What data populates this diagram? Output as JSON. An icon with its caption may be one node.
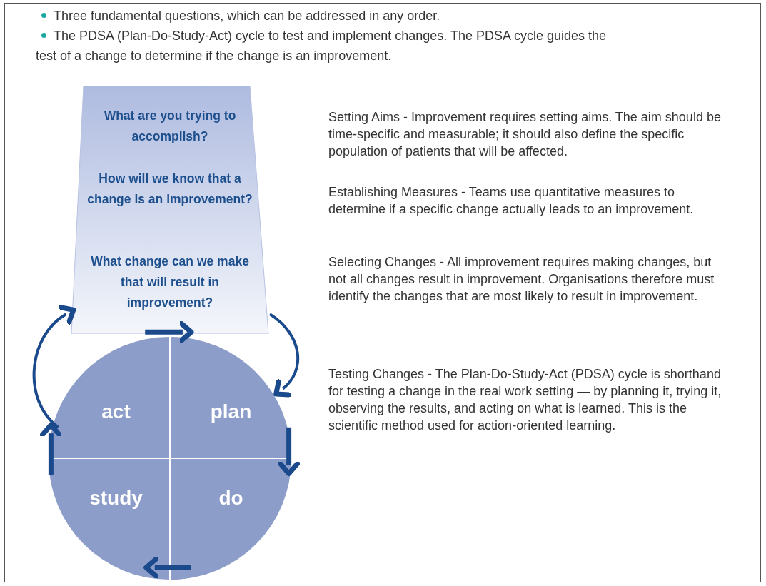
{
  "diagram": {
    "nodes": [
      {
        "text": [
          "What are you trying to accomplish?",
          "How will we know that a change is an improvement?",
          "What change can we make that will result in improvement?"
        ]
      },
      {
        "text": [
          "act"
        ]
      },
      {
        "text": [
          "plan"
        ]
      },
      {
        "text": [
          "study"
        ]
      },
      {
        "text": [
          "do"
        ]
      }
    ],
    "edges": [
      {
        "from": 1,
        "to": 2,
        "arrow": "to"
      },
      {
        "from": 2,
        "to": 4,
        "arrow": "to"
      },
      {
        "from": 4,
        "to": 3,
        "arrow": "to"
      },
      {
        "from": 3,
        "to": 1,
        "arrow": "to"
      },
      {
        "from": 0,
        "to": 2,
        "arrow": "to"
      },
      {
        "from": 1,
        "to": 0,
        "arrow": "to"
      }
    ],
    "labels": [
      "Three fundamental questions, which can be addressed in any order.",
      "The PDSA (Plan-Do-Study-Act) cycle to test and implement changes. The PDSA cycle guides the test of a change to determine if the change is an improvement.",
      "Setting Aims - Improvement requires setting aims. The aim should be time-specific and measurable; it should also define the specific population of patients that will be affected.",
      "Establishing Measures - Teams use quantitative measures to determine if a specific change actually leads to an improvement.",
      "Selecting Changes - All improvement requires making changes, but not all changes result in improvement. Organisations therefore must identify the changes that are most likely to result in improvement.",
      "Testing Changes - The Plan-Do-Study-Act (PDSA) cycle is shorthand for testing a change in the real work setting — by planning it, trying it, observing the results, and acting on what is learned. This is the scientific method used for action-oriented learning."
    ]
  }
}
